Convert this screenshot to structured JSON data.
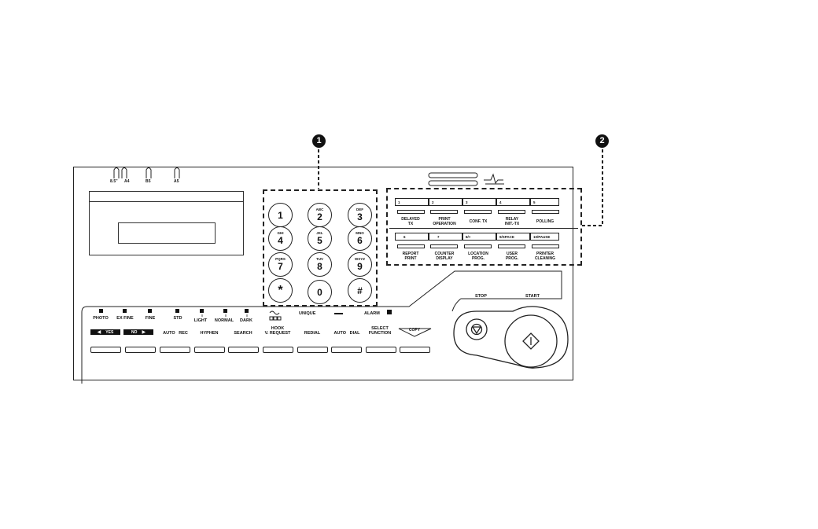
{
  "callouts": [
    "1",
    "2"
  ],
  "paper_sizes": [
    "8.5\"",
    "A4",
    "B5",
    "A5"
  ],
  "keypad": [
    {
      "main": "1",
      "sub": ""
    },
    {
      "main": "2",
      "sub": "ABC"
    },
    {
      "main": "3",
      "sub": "DEF"
    },
    {
      "main": "4",
      "sub": "GHI"
    },
    {
      "main": "5",
      "sub": "JKL"
    },
    {
      "main": "6",
      "sub": "MNO"
    },
    {
      "main": "7",
      "sub": "PQRS"
    },
    {
      "main": "8",
      "sub": "TUV"
    },
    {
      "main": "9",
      "sub": "WXYZ"
    },
    {
      "main": "*",
      "sub": ""
    },
    {
      "main": "0",
      "sub": ""
    },
    {
      "main": "#",
      "sub": ""
    }
  ],
  "one_touch_row1": {
    "keys": [
      "1",
      "2",
      "3",
      "4",
      "5"
    ],
    "labels": [
      "DELAYED\nTX",
      "PRINT\nOPERATION",
      "CONF. TX",
      "RELAY\nINIT.-TX",
      "POLLING"
    ]
  },
  "one_touch_row2": {
    "keys": [
      "6",
      "7",
      "8/+",
      "9/SPACE",
      "10/PAUSE"
    ],
    "labels": [
      "REPORT\nPRINT",
      "COUNTER\nDISPLAY",
      "LOCATION\nPROG.",
      "USER\nPROG.",
      "PRINTER\nCLEANING"
    ]
  },
  "indicators": {
    "resolution": [
      "PHOTO",
      "EX FINE",
      "FINE",
      "STD"
    ],
    "contrast": [
      "LIGHT",
      "NORMAL",
      "DARK"
    ],
    "unique": "UNIQUE",
    "alarm": "ALARM"
  },
  "function_keys": {
    "yes": "YES",
    "no": "NO",
    "labels": [
      "AUTO   REC",
      "HYPHEN",
      "SEARCH",
      "HOOK\nV. REQUEST",
      "REDIAL",
      "AUTO   DIAL",
      "SELECT\nFUNCTION"
    ],
    "copy": "COPY"
  },
  "controls": {
    "stop": "STOP",
    "start": "START"
  },
  "colors": {
    "line": "#222222",
    "fill_dark": "#111111",
    "background": "#ffffff"
  }
}
